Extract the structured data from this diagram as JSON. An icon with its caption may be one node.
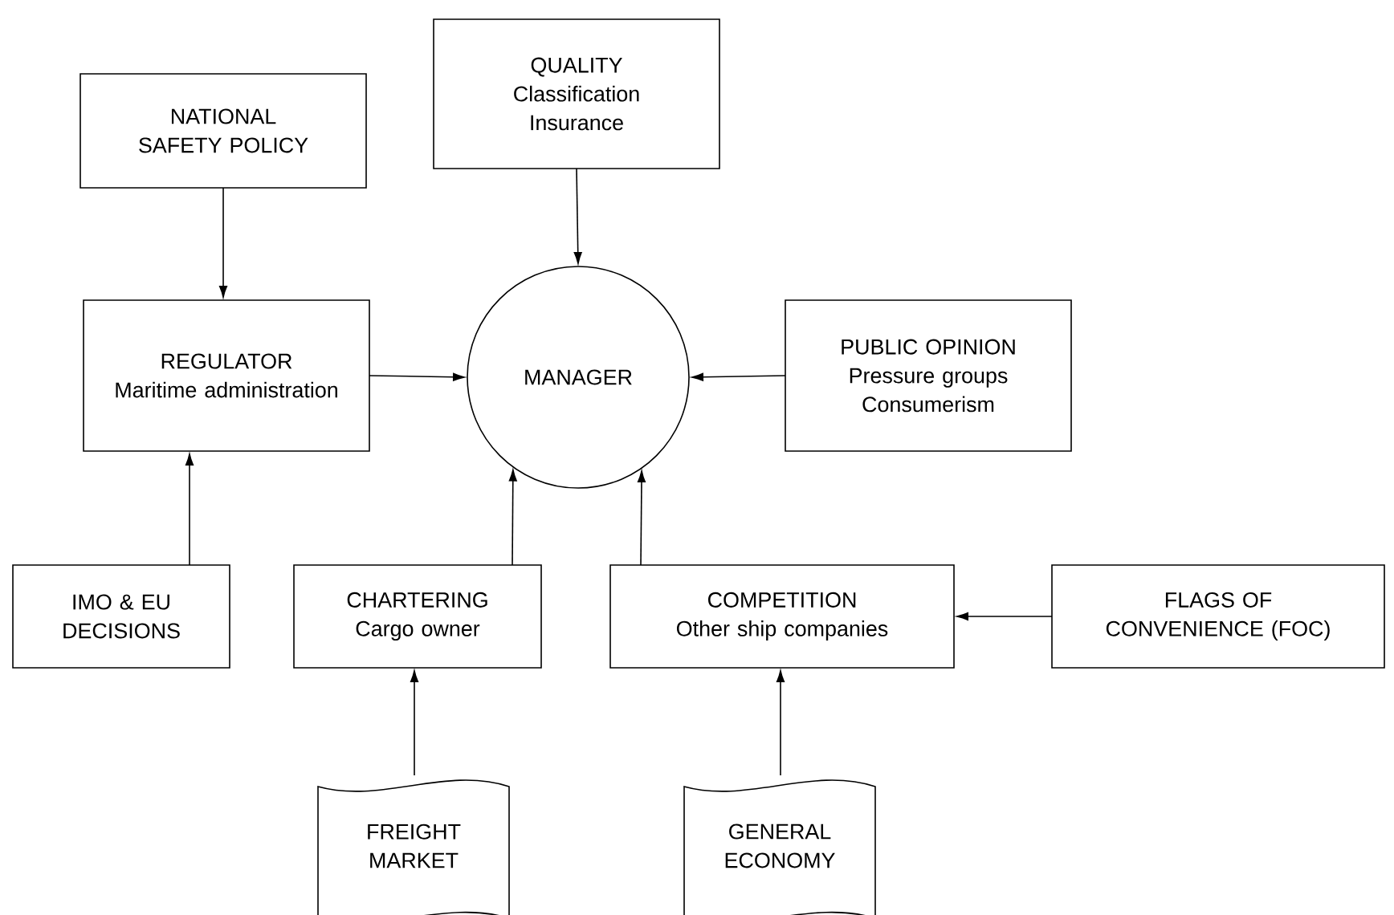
{
  "diagram": {
    "nodes": [
      {
        "text": [
          "NATIONAL SAFETY POLICY"
        ]
      },
      {
        "text": [
          "QUALITY",
          "Classification Insurance"
        ]
      },
      {
        "text": [
          "REGULATOR",
          "Maritime administration"
        ]
      },
      {
        "text": [
          "MANAGER"
        ]
      },
      {
        "text": [
          "PUBLIC OPINION",
          "Pressure groups Consumerism"
        ]
      },
      {
        "text": [
          "IMO & EU DECISIONS"
        ]
      },
      {
        "text": [
          "CHARTERING",
          "Cargo owner"
        ]
      },
      {
        "text": [
          "COMPETITION",
          "Other ship companies"
        ]
      },
      {
        "text": [
          "FLAGS OF CONVENIENCE (FOC)"
        ]
      },
      {
        "text": [
          "FREIGHT MARKET"
        ]
      },
      {
        "text": [
          "GENERAL ECONOMY"
        ]
      }
    ],
    "edges": [
      {
        "from": 0,
        "to": 2,
        "arrow": "to"
      },
      {
        "from": 1,
        "to": 3,
        "arrow": "to"
      },
      {
        "from": 2,
        "to": 3,
        "arrow": "to"
      },
      {
        "from": 4,
        "to": 3,
        "arrow": "to"
      },
      {
        "from": 5,
        "to": 2,
        "arrow": "to"
      },
      {
        "from": 6,
        "to": 3,
        "arrow": "to"
      },
      {
        "from": 7,
        "to": 3,
        "arrow": "to"
      },
      {
        "from": 8,
        "to": 7,
        "arrow": "to"
      },
      {
        "from": 9,
        "to": 6,
        "arrow": "to"
      },
      {
        "from": 10,
        "to": 7,
        "arrow": "to"
      }
    ]
  }
}
